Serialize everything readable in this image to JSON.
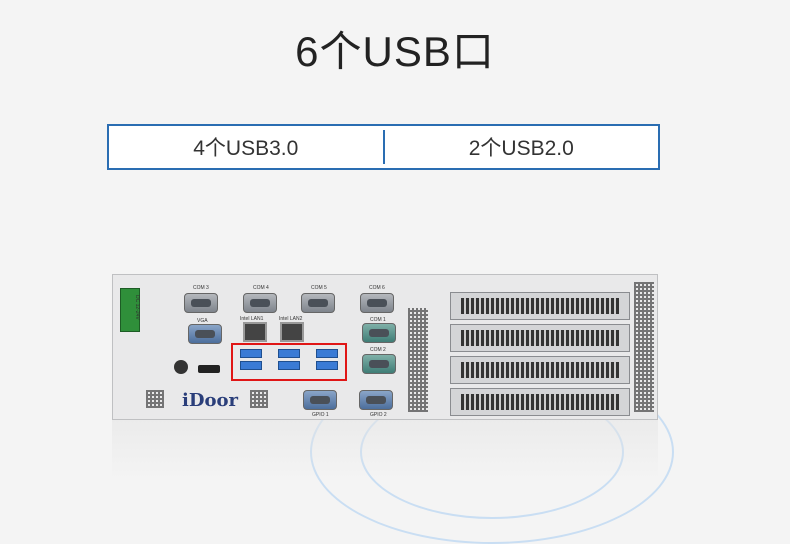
{
  "title": "6个USB口",
  "specs": {
    "left": "4个USB3.0",
    "right": "2个USB2.0"
  },
  "device": {
    "brand": "iDoor",
    "ports": {
      "com3": "COM 3",
      "com4": "COM 4",
      "com5": "COM 5",
      "com6": "COM 6",
      "vga": "VGA",
      "lan1": "Intel LAN1",
      "lan2": "Intel LAN2",
      "com1": "COM 1",
      "com2": "COM 2",
      "gpio1": "GPIO 1",
      "gpio2": "GPIO 2",
      "dc": "DC 12-24V"
    }
  },
  "colors": {
    "spec_border": "#2a6db2",
    "highlight": "#e01616",
    "usb3": "#3a7bd5"
  }
}
